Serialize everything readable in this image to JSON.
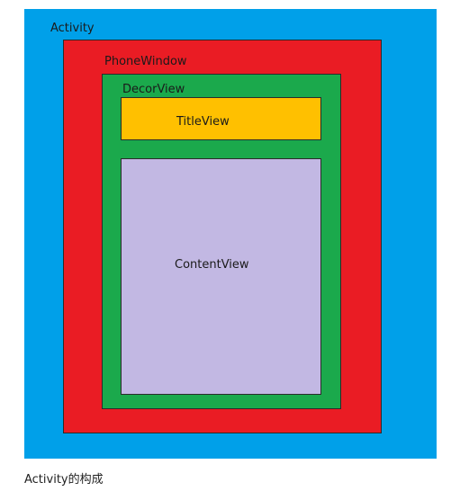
{
  "diagram": {
    "activity": {
      "label": "Activity",
      "color": "#00A0E9"
    },
    "phone_window": {
      "label": "PhoneWindow",
      "color": "#EA1C24"
    },
    "decor_view": {
      "label": "DecorView",
      "color": "#1BA94C"
    },
    "title_view": {
      "label": "TitleView",
      "color": "#FFC000"
    },
    "content_view": {
      "label": "ContentView",
      "color": "#C2B8E3"
    },
    "text_color": "#1a1a1a"
  },
  "caption": "Activity的构成"
}
